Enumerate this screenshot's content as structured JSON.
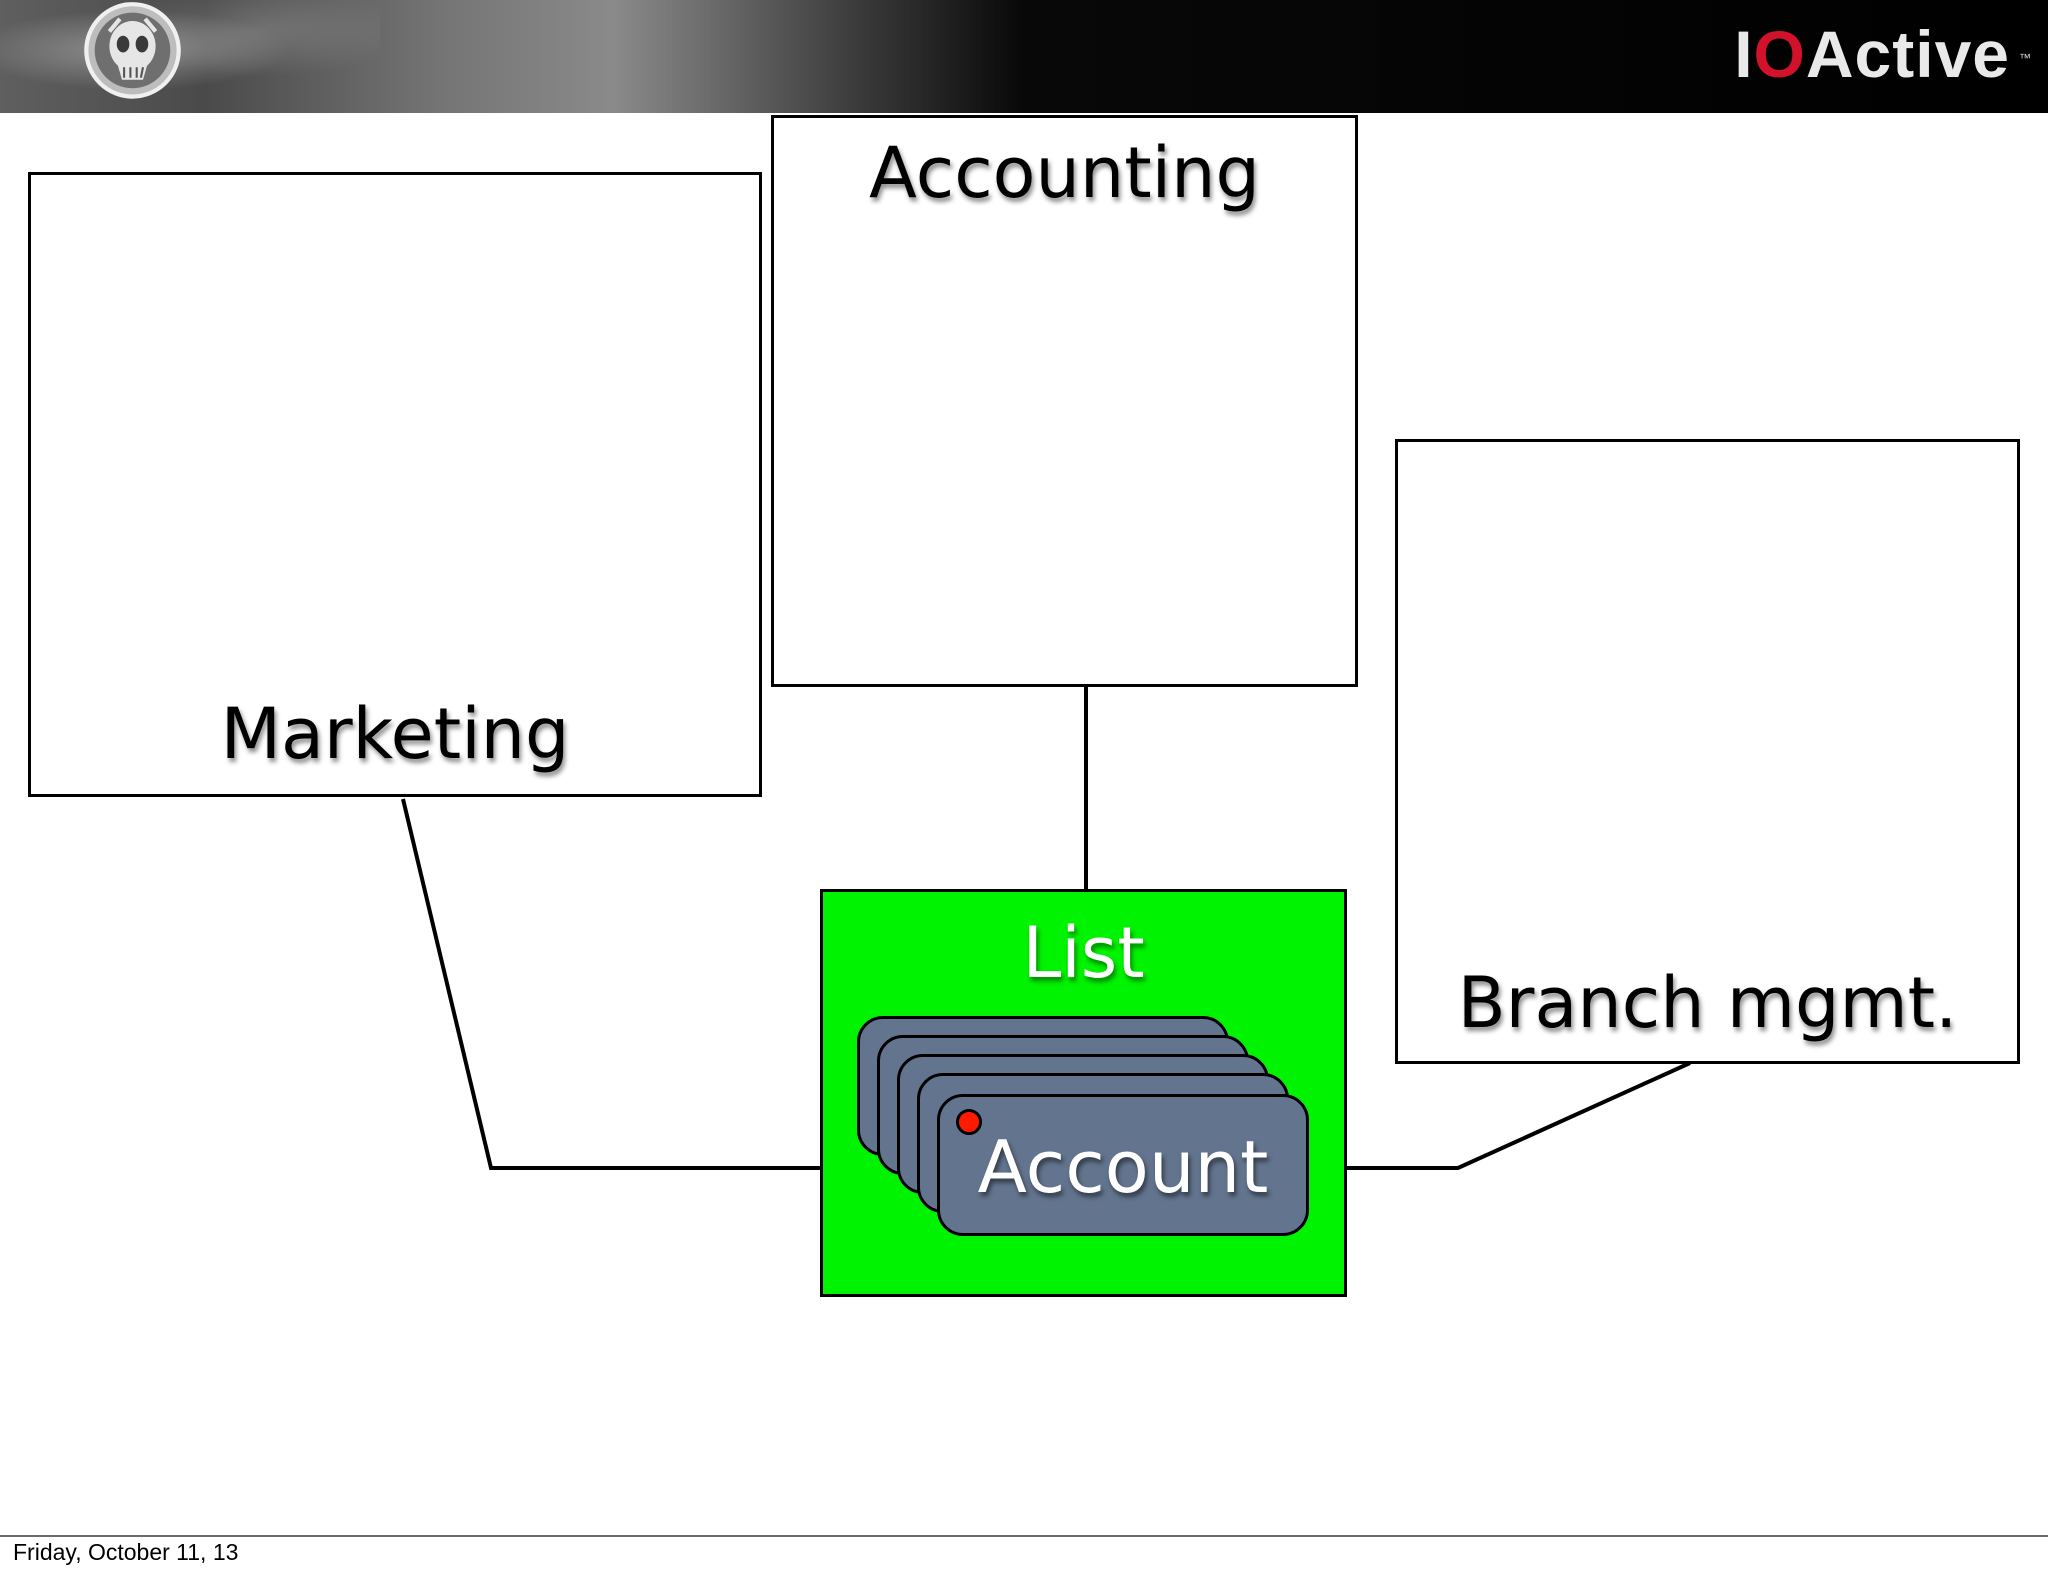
{
  "header": {
    "brand_part1": "I",
    "brand_part2": "O",
    "brand_part3": "Active",
    "brand_tm": "™",
    "brand_color_accent": "#d2112b",
    "emblem_icon": "skull-emblem-icon"
  },
  "diagram": {
    "boxes": {
      "marketing": "Marketing",
      "accounting": "Accounting",
      "branch": "Branch mgmt."
    },
    "list_label": "List",
    "account_label": "Account",
    "colors": {
      "list_fill": "#00f300",
      "card_fill": "#63748e",
      "dot_fill": "#ff1a00"
    }
  },
  "footer": {
    "date": "Friday, October 11, 13"
  }
}
